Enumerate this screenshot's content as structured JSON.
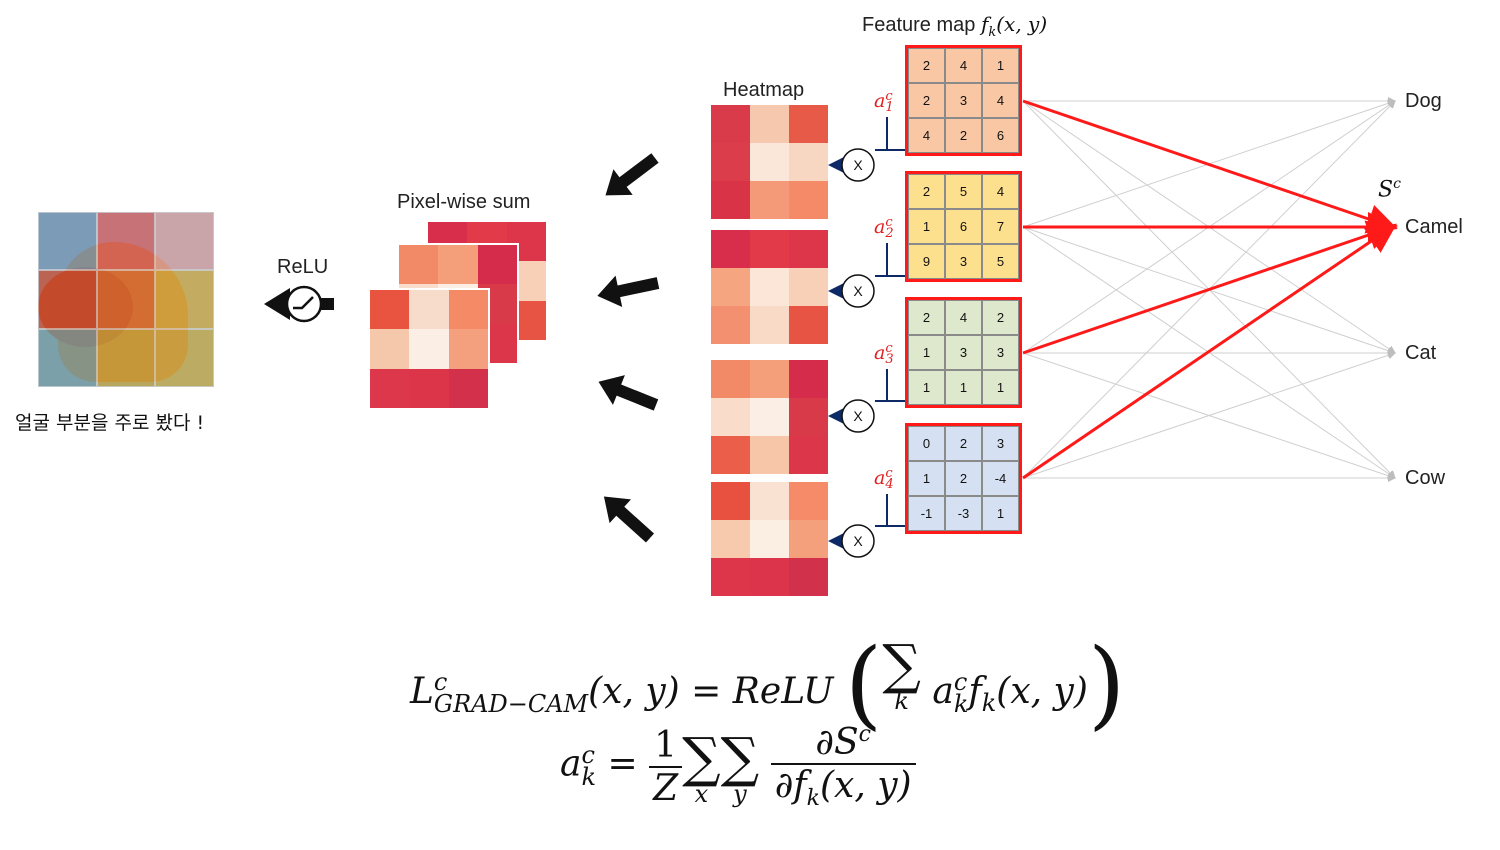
{
  "labels": {
    "feature_map": "Feature map",
    "feature_map_fn": "f",
    "feature_map_sub": "k",
    "feature_map_args": "(x, y)",
    "heatmap": "Heatmap",
    "pixel_wise_sum": "Pixel-wise sum",
    "relu": "ReLU",
    "caption": "얼굴 부분을 주로 봤다 !",
    "score": "S",
    "score_sup": "c",
    "multiply": "X"
  },
  "classes": [
    "Dog",
    "Camel",
    "Cat",
    "Cow"
  ],
  "highlighted_class": "Camel",
  "coefficients": [
    {
      "base": "a",
      "sup": "c",
      "sub": "1"
    },
    {
      "base": "a",
      "sup": "c",
      "sub": "2"
    },
    {
      "base": "a",
      "sup": "c",
      "sub": "3"
    },
    {
      "base": "a",
      "sup": "c",
      "sub": "4"
    }
  ],
  "feature_maps": [
    {
      "color": "#f9c7a4",
      "values": [
        "2",
        "4",
        "1",
        "2",
        "3",
        "4",
        "4",
        "2",
        "6"
      ]
    },
    {
      "color": "#fce08e",
      "values": [
        "2",
        "5",
        "4",
        "1",
        "6",
        "7",
        "9",
        "3",
        "5"
      ]
    },
    {
      "color": "#dde8cc",
      "values": [
        "2",
        "4",
        "2",
        "1",
        "3",
        "3",
        "1",
        "1",
        "1"
      ]
    },
    {
      "color": "#d5e1f2",
      "values": [
        "0",
        "2",
        "3",
        "1",
        "2",
        "-4",
        "-1",
        "-3",
        "1"
      ]
    }
  ],
  "heatmaps": [
    {
      "colors": [
        "#d93b4a",
        "#f6c8ae",
        "#e85a48",
        "#dc3d4a",
        "#fae7da",
        "#f8d7c2",
        "#d93347",
        "#f49a78",
        "#f58a68"
      ]
    },
    {
      "colors": [
        "#d82e4b",
        "#e23a48",
        "#dd364b",
        "#f5a680",
        "#fbe6d8",
        "#f8d0b8",
        "#f29070",
        "#f9dac6",
        "#e85444"
      ]
    },
    {
      "colors": [
        "#f28a68",
        "#f49e7a",
        "#d42c4a",
        "#fadccb",
        "#fbeee4",
        "#d93a4a",
        "#ea5e4a",
        "#f7c6a8",
        "#dc364a"
      ]
    },
    {
      "colors": [
        "#e8503f",
        "#f9e2d2",
        "#f58b68",
        "#f7c9ad",
        "#fbeee3",
        "#f5a07c",
        "#dd354a",
        "#dc344a",
        "#d2314b"
      ]
    }
  ],
  "sum_map_colors": [
    "#e8543f",
    "#f8dccb",
    "#f48a66",
    "#f5c7ab",
    "#fbeee4",
    "#f4a07e",
    "#dc374a",
    "#dc3549",
    "#d2304b"
  ],
  "image_overlay_colors": [
    "#6f93b3",
    "#d75a5a",
    "#dba0a0",
    "#c8472a",
    "#d9662d",
    "#d2a93c",
    "#6f9aa0",
    "#c4a038",
    "#c9a93f"
  ],
  "formula1": {
    "lhs_base": "L",
    "lhs_sup": "c",
    "lhs_sub": "GRAD−CAM",
    "lhs_args": "(x, y) = ReLU",
    "sum_index": "k",
    "term_base": "a",
    "term_sup": "c",
    "term_sub": "k",
    "term_fn": "f",
    "term_fn_sub": "k",
    "term_args": "(x, y)"
  },
  "formula2": {
    "lhs_base": "a",
    "lhs_sup": "c",
    "lhs_sub": "k",
    "equals": "=",
    "frac1_num": "1",
    "frac1_den": "Z",
    "sum1_index": "x",
    "sum2_index": "y",
    "frac2_num": "∂S",
    "frac2_num_sup": "c",
    "frac2_den": "∂f",
    "frac2_den_sub": "k",
    "frac2_den_args": "(x, y)"
  },
  "colors": {
    "highlight": "#ff1a1a",
    "arrow_dark": "#0d2a66",
    "connection": "#cfcfcf"
  }
}
